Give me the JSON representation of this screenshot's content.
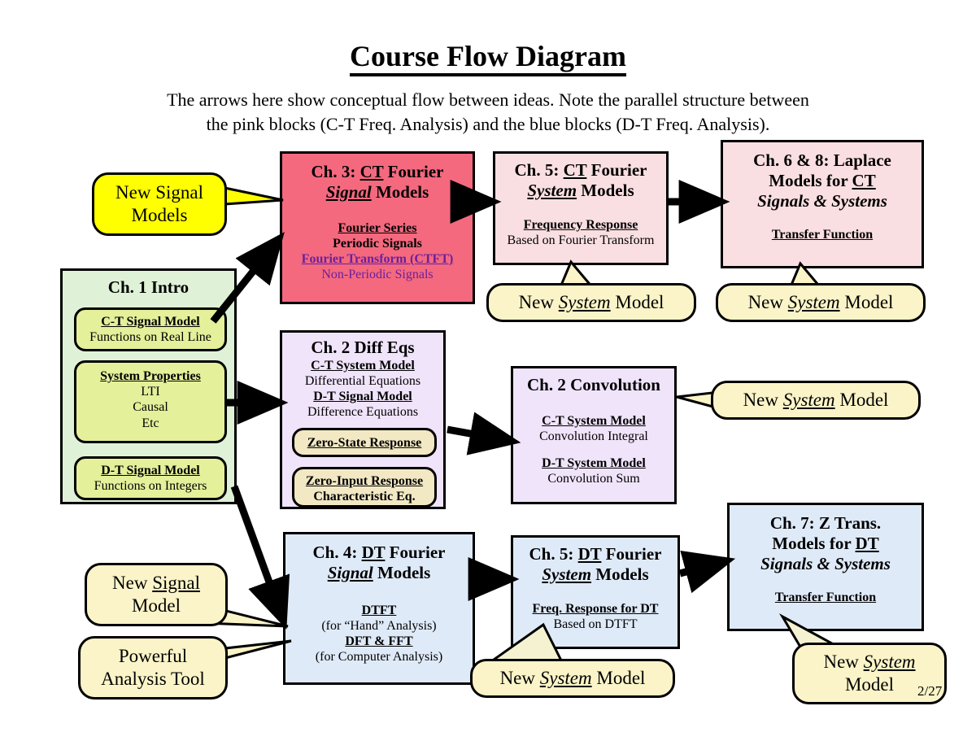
{
  "header": {
    "title": "Course Flow Diagram",
    "subtitle_line1": "The arrows here show conceptual flow between ideas.  Note the parallel structure between",
    "subtitle_line2": "the pink blocks (C-T Freq. Analysis) and the blue blocks (D-T Freq. Analysis)."
  },
  "colors": {
    "pink_strong": "#f4697e",
    "pink_light": "#fadfe2",
    "blue_light": "#dfeaf8",
    "lavender": "#f0e4fa",
    "green_pale": "#dff2d8",
    "sub_green": "#e4f09a",
    "sub_cream": "#f2e8c4",
    "callout_yellow": "#ffff00",
    "callout_cream": "#fbf4c8",
    "purple_text": "#6b1f9e"
  },
  "blocks": {
    "ch3": {
      "title_line1_a": "Ch. 3:  ",
      "title_line1_b": "CT",
      "title_line1_c": " Fourier",
      "title_line2_a": "Signal",
      "title_line2_b": " Models",
      "body": [
        "Fourier Series",
        "Periodic Signals",
        "Fourier Transform (CTFT)",
        "Non-Periodic Signals"
      ]
    },
    "ch5ct": {
      "title_line1_a": "Ch. 5:  ",
      "title_line1_b": "CT",
      "title_line1_c": " Fourier",
      "title_line2_a": "System",
      "title_line2_b": " Models",
      "body": [
        "Frequency Response",
        "Based on Fourier Transform"
      ]
    },
    "ch68": {
      "title_line1_a": "Ch. 6 & 8:  Laplace",
      "title_line2_a": "Models for ",
      "title_line2_b": "CT",
      "title_line3": "Signals & Systems",
      "body": [
        "Transfer Function"
      ]
    },
    "ch1": {
      "title": "Ch. 1 Intro",
      "sub1": {
        "header": "C-T Signal Model",
        "text": "Functions on Real Line"
      },
      "sub2": {
        "header": "System Properties",
        "lines": [
          "LTI",
          "Causal",
          "Etc"
        ]
      },
      "sub3": {
        "header": "D-T Signal Model",
        "text": "Functions on Integers"
      }
    },
    "ch2diff": {
      "title": "Ch. 2 Diff Eqs",
      "body": [
        "C-T System Model",
        "Differential Equations",
        "D-T Signal Model",
        "Difference Equations"
      ],
      "sub1": {
        "header": "Zero-State Response"
      },
      "sub2": {
        "header": "Zero-Input Response",
        "text": "Characteristic Eq."
      }
    },
    "ch2conv": {
      "title": "Ch. 2 Convolution",
      "body": [
        "C-T System Model",
        "Convolution Integral",
        "D-T System Model",
        "Convolution Sum"
      ]
    },
    "ch4": {
      "title_line1_a": "Ch. 4:  ",
      "title_line1_b": "DT",
      "title_line1_c": " Fourier",
      "title_line2_a": "Signal",
      "title_line2_b": " Models",
      "body": [
        "DTFT",
        "(for “Hand” Analysis)",
        "DFT & FFT",
        "(for Computer Analysis)"
      ]
    },
    "ch5dt": {
      "title_line1_a": "Ch. 5:  ",
      "title_line1_b": "DT",
      "title_line1_c": " Fourier",
      "title_line2_a": "System",
      "title_line2_b": " Models",
      "body": [
        "Freq. Response for DT",
        "Based on DTFT"
      ]
    },
    "ch7": {
      "title_line1_a": "Ch. 7:  Z Trans.",
      "title_line2_a": "Models for ",
      "title_line2_b": "DT",
      "title_line3": "Signals & Systems",
      "body": [
        "Transfer Function"
      ]
    }
  },
  "callouts": {
    "new_signal_models": {
      "line1": "New Signal",
      "line2": "Models"
    },
    "new_system_model_1": {
      "pre": "New ",
      "mid": "System",
      "post": " Model"
    },
    "new_system_model_2": {
      "pre": "New ",
      "mid": "System",
      "post": " Model"
    },
    "new_system_model_3": {
      "pre": "New ",
      "mid": "System",
      "post": " Model"
    },
    "new_system_model_4": {
      "pre": "New ",
      "mid": "System",
      "post": " Model"
    },
    "new_system_model_5": {
      "pre": "New ",
      "mid": "System",
      "post": " Model"
    },
    "new_signal_model": {
      "pre": "New ",
      "mid": "Signal",
      "line2": "Model"
    },
    "powerful_tool": {
      "line1": "Powerful",
      "line2": "Analysis Tool"
    }
  },
  "page_marker": "2/27"
}
